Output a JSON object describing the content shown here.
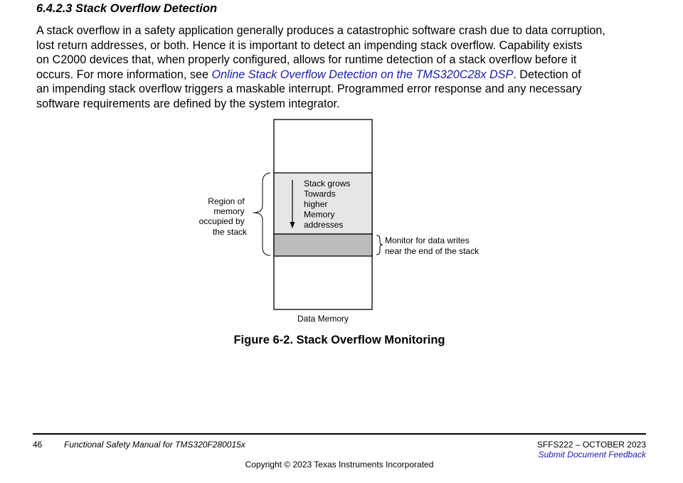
{
  "section": {
    "heading": "6.4.2.3 Stack Overflow Detection"
  },
  "paragraph": {
    "line1": "A stack overflow in a safety application generally produces a catastrophic software crash due to data corruption,",
    "line2": "lost return addresses, or both. Hence it is important to detect an impending stack overflow. Capability exists",
    "line3": "on C2000 devices that, when properly configured, allows for runtime detection of a stack overflow before it",
    "line4_pre": "occurs. For more information, see ",
    "line4_link": "Online Stack Overflow Detection on the TMS320C28x DSP",
    "line4_post": ". Detection of",
    "line5": "an impending stack overflow triggers a maskable interrupt. Programmed error response and any necessary",
    "line6": "software requirements are defined by the system integrator."
  },
  "diagram": {
    "region_label": [
      "Region of",
      "memory",
      "occupied by",
      "the stack"
    ],
    "stack_label": [
      "Stack grows",
      "Towards",
      "higher",
      "Memory",
      "addresses"
    ],
    "monitor_label": [
      "Monitor for data writes",
      "near the end of the stack"
    ],
    "memory_label": "Data Memory",
    "colors": {
      "stack_fill": "#e6e6e6",
      "guard_fill": "#bcbcbc",
      "outline": "#000000"
    }
  },
  "figure": {
    "caption": "Figure 6-2. Stack Overflow Monitoring"
  },
  "footer": {
    "page_number": "46",
    "doc_title": "Functional Safety Manual for TMS320F280015x",
    "doc_id": "SFFS222 – OCTOBER 2023",
    "feedback": "Submit Document Feedback",
    "copyright": "Copyright © 2023 Texas Instruments Incorporated"
  }
}
